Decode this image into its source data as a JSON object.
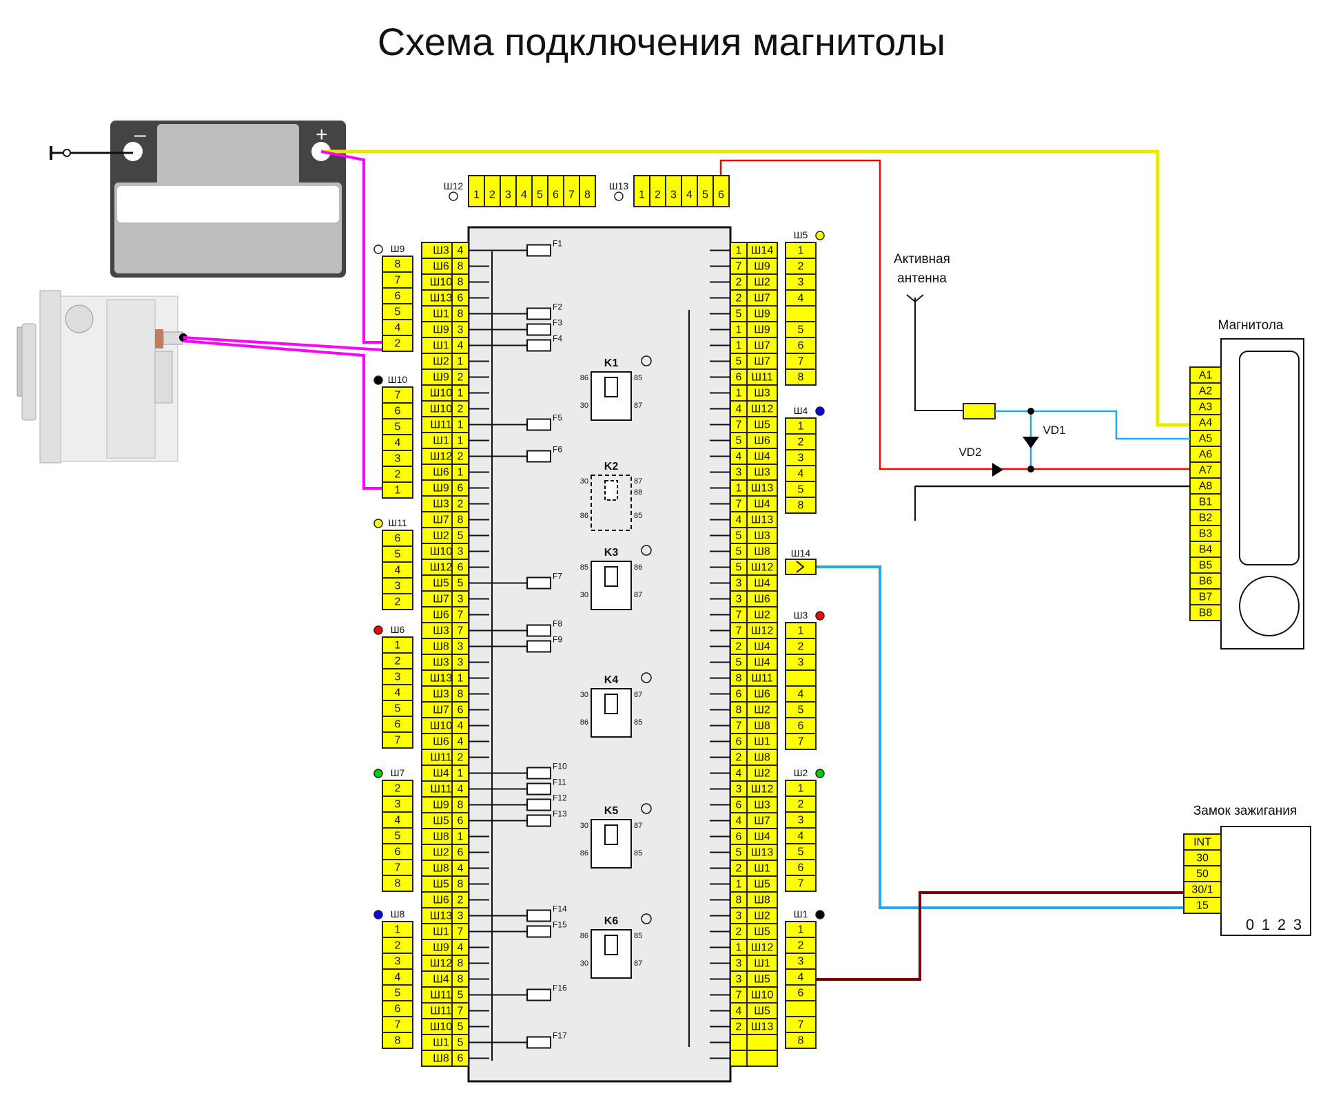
{
  "title": "Схема подключения магнитолы",
  "colors": {
    "pin_fill": "#ffff00",
    "block_fill": "#ebebeb",
    "wire_yellow": "#e8e800",
    "wire_magenta": "#ff00ff",
    "wire_red": "#ff0000",
    "wire_blue": "#1eaaf0",
    "wire_darkred": "#7a0000",
    "wire_black": "#111111",
    "dot_white": "#ffffff",
    "dot_black": "#000000",
    "dot_yellow": "#ffff00",
    "dot_red": "#ff0000",
    "dot_green": "#00cc00",
    "dot_blue": "#0000ff"
  },
  "battery": {
    "minus_label": "–",
    "plus_label": "+"
  },
  "top_connectors": [
    {
      "name": "Ш12",
      "marker": "white",
      "pins": [
        "1",
        "2",
        "3",
        "4",
        "5",
        "6",
        "7",
        "8"
      ]
    },
    {
      "name": "Ш13",
      "marker": "white",
      "pins": [
        "1",
        "2",
        "3",
        "4",
        "5",
        "6"
      ]
    }
  ],
  "left_connectors": [
    {
      "name": "Ш9",
      "marker": "white",
      "pins": [
        "8",
        "7",
        "6",
        "5",
        "4",
        "2"
      ]
    },
    {
      "name": "Ш10",
      "marker": "black",
      "pins": [
        "7",
        "6",
        "5",
        "4",
        "3",
        "2",
        "1"
      ]
    },
    {
      "name": "Ш11",
      "marker": "yellow",
      "pins": [
        "6",
        "5",
        "4",
        "3",
        "2"
      ]
    },
    {
      "name": "Ш6",
      "marker": "red",
      "pins": [
        "1",
        "2",
        "3",
        "4",
        "5",
        "6",
        "7"
      ]
    },
    {
      "name": "Ш7",
      "marker": "green",
      "pins": [
        "2",
        "3",
        "4",
        "5",
        "6",
        "7",
        "8"
      ]
    },
    {
      "name": "Ш8",
      "marker": "blue",
      "pins": [
        "1",
        "2",
        "3",
        "4",
        "5",
        "6",
        "7",
        "8"
      ]
    }
  ],
  "right_connectors": [
    {
      "name": "Ш5",
      "marker": "yellow",
      "pins": [
        "1",
        "2",
        "3",
        "4",
        "",
        "5",
        "6",
        "7",
        "8"
      ]
    },
    {
      "name": "Ш4",
      "marker": "blue",
      "pins": [
        "1",
        "2",
        "3",
        "4",
        "5",
        "8"
      ]
    },
    {
      "name": "Ш3",
      "marker": "red",
      "pins": [
        "1",
        "2",
        "3",
        "",
        "4",
        "5",
        "6",
        "7"
      ]
    },
    {
      "name": "Ш2",
      "marker": "green",
      "pins": [
        "1",
        "2",
        "3",
        "4",
        "5",
        "6",
        "7"
      ]
    },
    {
      "name": "Ш1",
      "marker": "black",
      "pins": [
        "1",
        "2",
        "3",
        "4",
        "6",
        "",
        "7",
        "8"
      ]
    }
  ],
  "sh14": {
    "name": "Ш14"
  },
  "block_left_rows": [
    [
      "Ш3",
      "4"
    ],
    [
      "Ш6",
      "8"
    ],
    [
      "Ш10",
      "8"
    ],
    [
      "Ш13",
      "6"
    ],
    [
      "Ш1",
      "8"
    ],
    [
      "Ш9",
      "3"
    ],
    [
      "Ш1",
      "4"
    ],
    [
      "Ш2",
      "1"
    ],
    [
      "Ш9",
      "2"
    ],
    [
      "Ш10",
      "1"
    ],
    [
      "Ш10",
      "2"
    ],
    [
      "Ш11",
      "1"
    ],
    [
      "Ш1",
      "1"
    ],
    [
      "Ш12",
      "2"
    ],
    [
      "Ш6",
      "1"
    ],
    [
      "Ш9",
      "6"
    ],
    [
      "Ш3",
      "2"
    ],
    [
      "Ш7",
      "8"
    ],
    [
      "Ш2",
      "5"
    ],
    [
      "Ш10",
      "3"
    ],
    [
      "Ш12",
      "6"
    ],
    [
      "Ш5",
      "5"
    ],
    [
      "Ш7",
      "3"
    ],
    [
      "Ш6",
      "7"
    ],
    [
      "Ш3",
      "7"
    ],
    [
      "Ш8",
      "3"
    ],
    [
      "Ш3",
      "3"
    ],
    [
      "Ш13",
      "1"
    ],
    [
      "Ш3",
      "8"
    ],
    [
      "Ш7",
      "6"
    ],
    [
      "Ш10",
      "4"
    ],
    [
      "Ш6",
      "4"
    ],
    [
      "Ш11",
      "2"
    ],
    [
      "Ш4",
      "1"
    ],
    [
      "Ш11",
      "4"
    ],
    [
      "Ш9",
      "8"
    ],
    [
      "Ш5",
      "6"
    ],
    [
      "Ш8",
      "1"
    ],
    [
      "Ш2",
      "6"
    ],
    [
      "Ш8",
      "4"
    ],
    [
      "Ш5",
      "8"
    ],
    [
      "Ш6",
      "2"
    ],
    [
      "Ш13",
      "3"
    ],
    [
      "Ш1",
      "7"
    ],
    [
      "Ш9",
      "4"
    ],
    [
      "Ш12",
      "8"
    ],
    [
      "Ш4",
      "8"
    ],
    [
      "Ш11",
      "5"
    ],
    [
      "Ш11",
      "7"
    ],
    [
      "Ш10",
      "5"
    ],
    [
      "Ш1",
      "5"
    ],
    [
      "Ш8",
      "6"
    ]
  ],
  "block_right_rows": [
    [
      "1",
      "Ш14"
    ],
    [
      "7",
      "Ш9"
    ],
    [
      "2",
      "Ш2"
    ],
    [
      "2",
      "Ш7"
    ],
    [
      "5",
      "Ш9"
    ],
    [
      "1",
      "Ш9"
    ],
    [
      "1",
      "Ш7"
    ],
    [
      "5",
      "Ш7"
    ],
    [
      "6",
      "Ш11"
    ],
    [
      "1",
      "Ш3"
    ],
    [
      "4",
      "Ш12"
    ],
    [
      "7",
      "Ш5"
    ],
    [
      "5",
      "Ш6"
    ],
    [
      "4",
      "Ш4"
    ],
    [
      "3",
      "Ш3"
    ],
    [
      "1",
      "Ш13"
    ],
    [
      "7",
      "Ш4"
    ],
    [
      "4",
      "Ш13"
    ],
    [
      "5",
      "Ш3"
    ],
    [
      "5",
      "Ш8"
    ],
    [
      "5",
      "Ш12"
    ],
    [
      "3",
      "Ш4"
    ],
    [
      "3",
      "Ш6"
    ],
    [
      "7",
      "Ш2"
    ],
    [
      "7",
      "Ш12"
    ],
    [
      "2",
      "Ш4"
    ],
    [
      "5",
      "Ш4"
    ],
    [
      "8",
      "Ш11"
    ],
    [
      "6",
      "Ш6"
    ],
    [
      "8",
      "Ш2"
    ],
    [
      "7",
      "Ш8"
    ],
    [
      "6",
      "Ш1"
    ],
    [
      "2",
      "Ш8"
    ],
    [
      "4",
      "Ш2"
    ],
    [
      "3",
      "Ш12"
    ],
    [
      "6",
      "Ш3"
    ],
    [
      "4",
      "Ш7"
    ],
    [
      "6",
      "Ш4"
    ],
    [
      "5",
      "Ш13"
    ],
    [
      "2",
      "Ш1"
    ],
    [
      "1",
      "Ш5"
    ],
    [
      "8",
      "Ш8"
    ],
    [
      "3",
      "Ш2"
    ],
    [
      "2",
      "Ш5"
    ],
    [
      "1",
      "Ш12"
    ],
    [
      "3",
      "Ш1"
    ],
    [
      "3",
      "Ш5"
    ],
    [
      "7",
      "Ш10"
    ],
    [
      "4",
      "Ш5"
    ],
    [
      "2",
      "Ш13"
    ],
    [
      "",
      ""
    ],
    [
      "",
      ""
    ]
  ],
  "fuses": [
    "F1",
    "F2",
    "F3",
    "F4",
    "F5",
    "F6",
    "F7",
    "F8",
    "F9",
    "F10",
    "F11",
    "F12",
    "F13",
    "F14",
    "F15",
    "F16",
    "F17"
  ],
  "relays": [
    {
      "name": "K1",
      "icon": "rear-defrost-icon",
      "pins_top": [
        "86",
        "85"
      ],
      "pins_bottom": [
        "30",
        "87"
      ]
    },
    {
      "name": "K2",
      "icon": "",
      "pins_top": [
        "30",
        "87"
      ],
      "pins_mid": [
        "88"
      ],
      "pins_bottom": [
        "86",
        "85"
      ]
    },
    {
      "name": "K3",
      "icon": "horn-icon",
      "pins_top": [
        "85",
        "86"
      ],
      "pins_bottom": [
        "30",
        "87"
      ]
    },
    {
      "name": "K4",
      "icon": "fan-icon",
      "pins_top": [
        "30",
        "87"
      ],
      "pins_bottom": [
        "86",
        "85"
      ]
    },
    {
      "name": "K5",
      "icon": "low-beam-icon",
      "pins_top": [
        "30",
        "87"
      ],
      "pins_bottom": [
        "86",
        "85"
      ]
    },
    {
      "name": "K6",
      "icon": "high-beam-icon",
      "pins_top": [
        "86",
        "85"
      ],
      "pins_bottom": [
        "30",
        "87"
      ]
    }
  ],
  "antenna": {
    "label_line1": "Активная",
    "label_line2": "антенна",
    "vd1": "VD1",
    "vd2": "VD2"
  },
  "radio": {
    "title": "Магнитола",
    "pins": [
      "A1",
      "A2",
      "A3",
      "A4",
      "A5",
      "A6",
      "A7",
      "A8",
      "B1",
      "B2",
      "B3",
      "B4",
      "B5",
      "B6",
      "B7",
      "B8"
    ]
  },
  "ignition": {
    "title": "Замок зажигания",
    "pins": [
      "INT",
      "30",
      "50",
      "30/1",
      "15"
    ],
    "positions": [
      "0",
      "1",
      "2",
      "3"
    ]
  }
}
